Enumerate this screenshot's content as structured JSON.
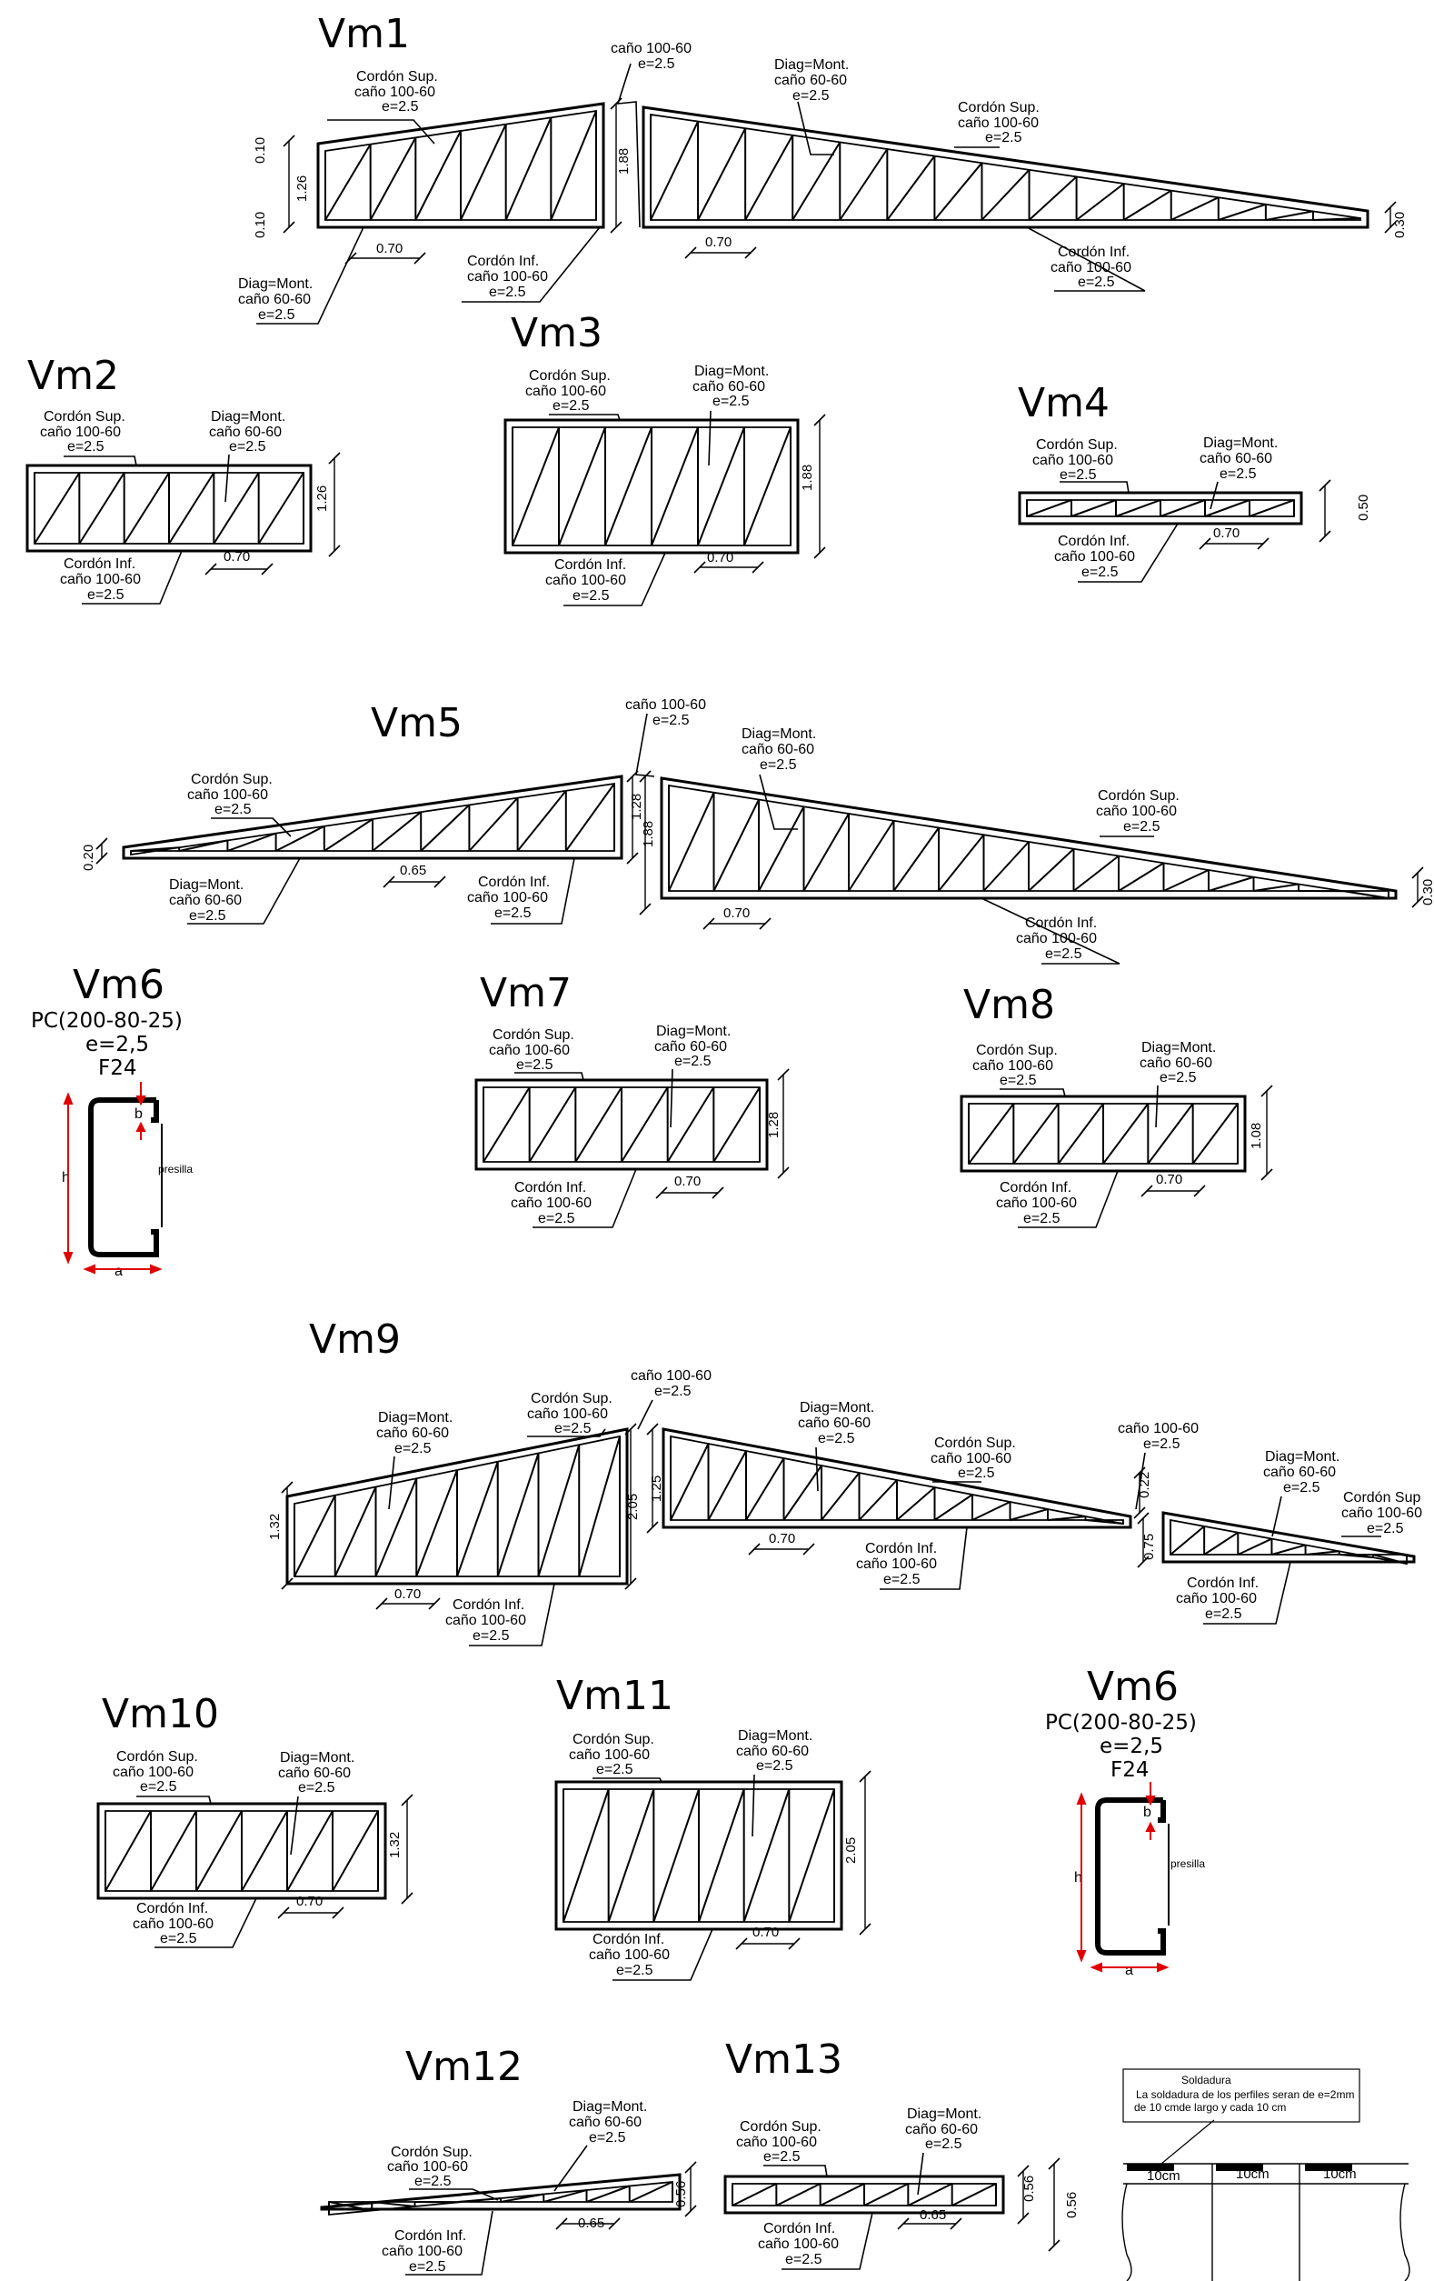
{
  "labels": {
    "cordon_sup": "Cordón Sup.",
    "cordon_inf": "Cordón Inf.",
    "diag_mont": "Diag=Mont.",
    "cano_100": "caño  100-60",
    "cano_60": "caño 60-60",
    "espesor": "e=2.5"
  },
  "beams": {
    "vm1": {
      "title": "Vm1",
      "d_010a": "0.10",
      "d_126": "1.26",
      "d_010b": "0.10",
      "d_188": "1.88",
      "d_030": "0.30",
      "d_070a": "0.70",
      "d_070b": "0.70"
    },
    "vm2": {
      "title": "Vm2",
      "d_h": "1.26",
      "d_070": "0.70"
    },
    "vm3": {
      "title": "Vm3",
      "d_h": "1.88",
      "d_070": "0.70"
    },
    "vm4": {
      "title": "Vm4",
      "d_h": "0.50",
      "d_070": "0.70"
    },
    "vm5": {
      "title": "Vm5",
      "d_020": "0.20",
      "d_128": "1.28",
      "d_188": "1.88",
      "d_030": "0.30",
      "d_065": "0.65",
      "d_070": "0.70"
    },
    "vm7": {
      "title": "Vm7",
      "d_h": "1.28",
      "d_070": "0.70"
    },
    "vm8": {
      "title": "Vm8",
      "d_h": "1.08",
      "d_070": "0.70"
    },
    "vm9": {
      "title": "Vm9",
      "d_132": "1.32",
      "d_205": "2.05",
      "d_125": "1.25",
      "d_022": "0.22",
      "d_075": "0.75",
      "d_070a": "0.70",
      "d_070b": "0.70",
      "cordon_sup_cut": "Cordón Sup"
    },
    "vm10": {
      "title": "Vm10",
      "d_h": "1.32",
      "d_070": "0.70"
    },
    "vm11": {
      "title": "Vm11",
      "d_h": "2.05",
      "d_070": "0.70"
    },
    "vm12": {
      "title": "Vm12",
      "d_h": "0.56",
      "d_065": "0.65"
    },
    "vm13": {
      "title": "Vm13",
      "d_h": "0.56",
      "d_065": "0.65",
      "d_h2": "0.56"
    }
  },
  "profile": {
    "title": "Vm6",
    "spec": "PC(200-80-25)",
    "thickness": "e=2,5",
    "steel": "F24",
    "b": "b",
    "h": "h",
    "a": "a",
    "presilla": "presilla",
    "arrow_color": "#e00000"
  },
  "weld": {
    "title": "Soldadura",
    "line1": "La soldadura de los perfiles seran de e=2mm",
    "line2": "de 10 cmde largo y cada 10 cm",
    "seg": "10cm"
  }
}
